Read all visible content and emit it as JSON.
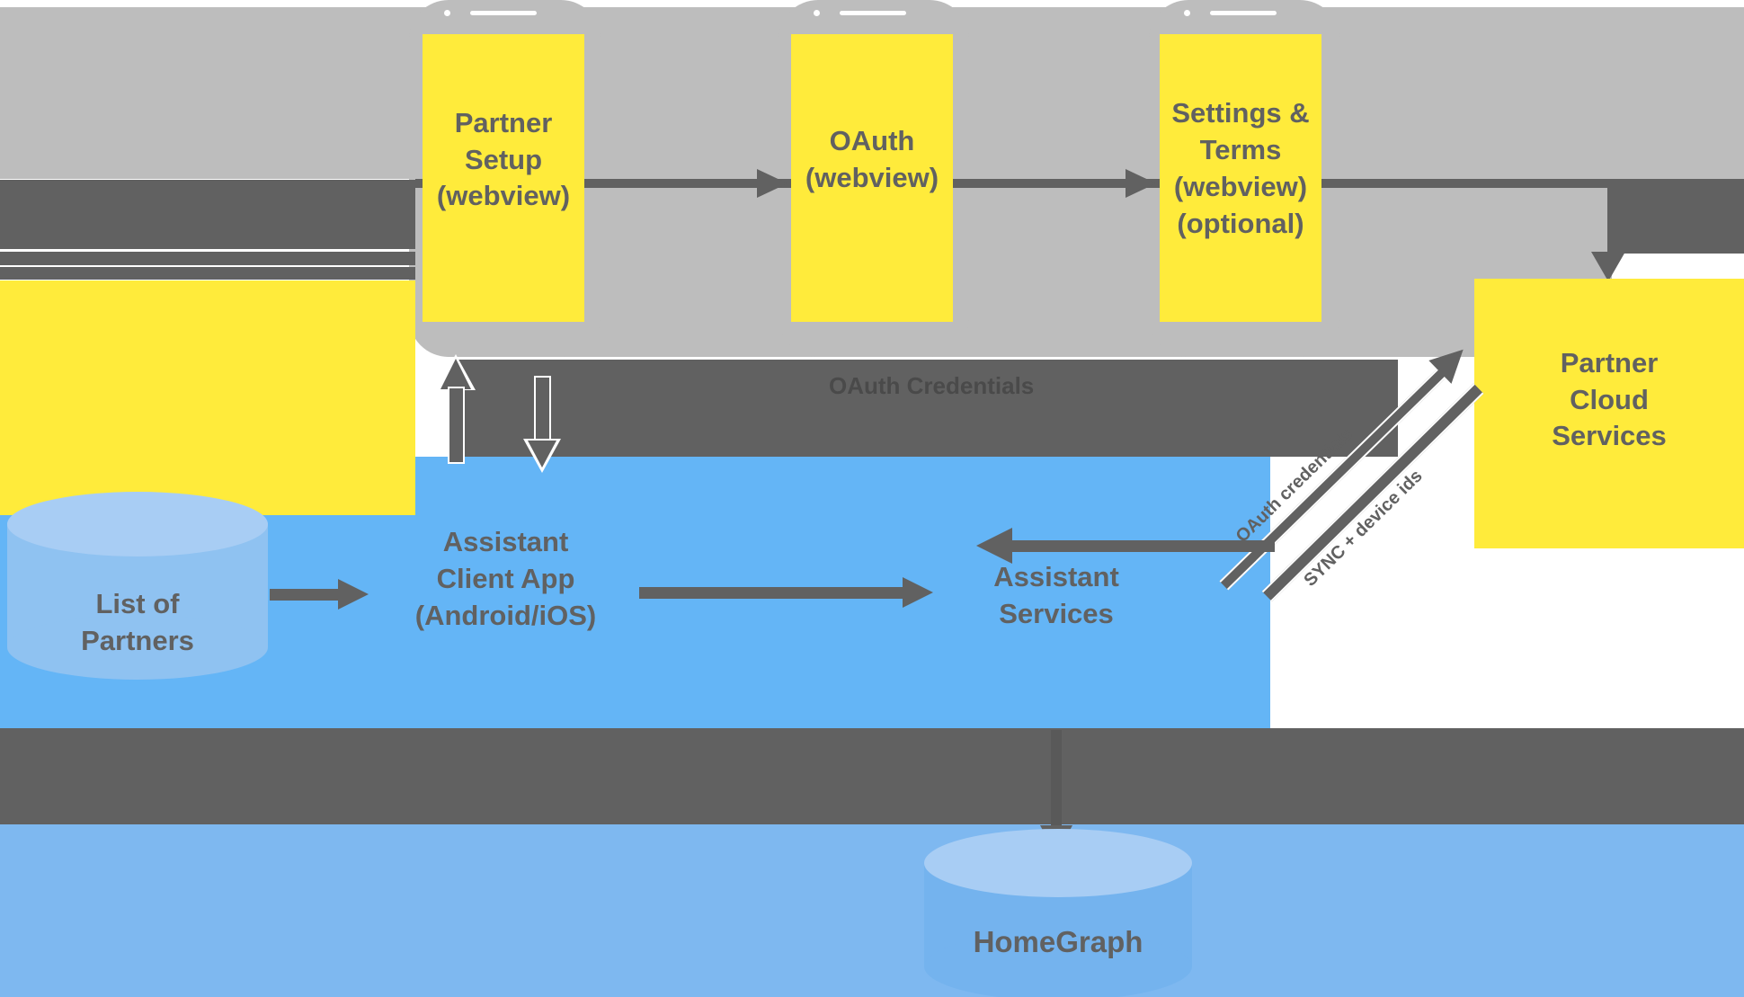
{
  "diagram": {
    "webview_flow": {
      "partner_setup": "Partner\nSetup\n(webview)",
      "oauth": "OAuth\n(webview)",
      "settings_terms": "Settings &\nTerms\n(webview)\n(optional)"
    },
    "nodes": {
      "list_of_partners": "List of\nPartners",
      "assistant_client_app": "Assistant\nClient App\n(Android/iOS)",
      "assistant_services": "Assistant\nServices",
      "partner_cloud_services": "Partner\nCloud\nServices",
      "homegraph": "HomeGraph"
    },
    "edge_labels": {
      "oauth_credentials": "OAuth Credentials",
      "oauth_credentials_diagonal": "OAuth credentials",
      "sync_device_ids": "SYNC + device ids"
    },
    "colors": {
      "yellow": "#FFEB3B",
      "blue": "#64B5F6",
      "blue_light": "#7EB8F0",
      "cylinder_top": "#A8CDF4",
      "cylinder_body_small": "#8FC2F1",
      "cylinder_body_large": "#74B3EE",
      "gray_light": "#BDBDBD",
      "gray_dark": "#616161",
      "text": "#616161",
      "band_text": "#4A4A4A",
      "white": "#FFFFFF"
    }
  }
}
